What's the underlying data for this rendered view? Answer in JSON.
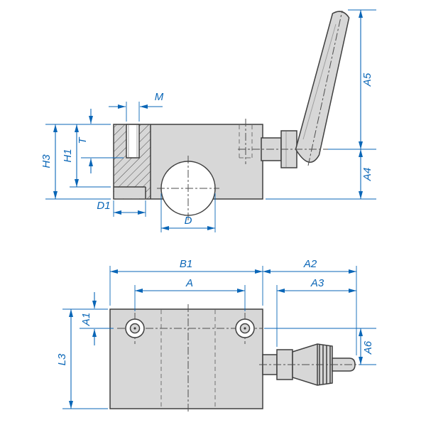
{
  "colors": {
    "dimension_color": "#0a66b7",
    "part_fill": "#d7d7d7",
    "part_stroke": "#3f3f3f",
    "hidden_line": "#707070",
    "centerline_color": "#4d4d4d",
    "background": "#ffffff"
  },
  "views": {
    "front": {
      "labels": {
        "m": "M",
        "t": "T",
        "h1": "H1",
        "h3": "H3",
        "d1": "D1",
        "d": "D",
        "a5": "A5",
        "a4": "A4"
      }
    },
    "plan": {
      "labels": {
        "b1": "B1",
        "a2": "A2",
        "a": "A",
        "a3": "A3",
        "a1": "A1",
        "l3": "L3",
        "a6": "A6"
      }
    }
  }
}
